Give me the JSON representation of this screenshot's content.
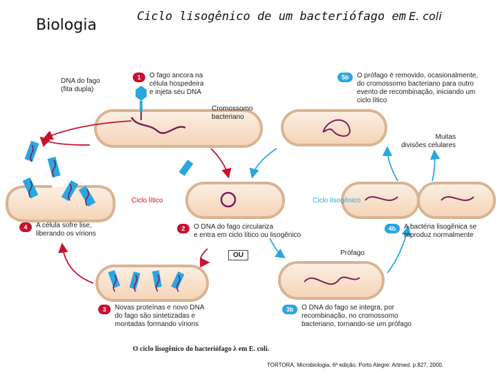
{
  "header": {
    "subject": "Biologia",
    "title_main": "Ciclo lisogênico de um bacteriófago  em",
    "title_species": "E. coli"
  },
  "labels": {
    "phage_dna": "DNA do fago\n(fita dupla)",
    "chromosome": "Cromossomo\nbacteriano",
    "cell_divisions": "Muitas\ndivisões celulares",
    "lytic_cycle": "Ciclo lítico",
    "lysogenic_cycle": "Ciclo lisogênico",
    "or": "OU",
    "prophage": "Prófago"
  },
  "steps": [
    {
      "id": "1",
      "text": "O fago ancora na\ncélula hospedeira\ne injeta seu DNA"
    },
    {
      "id": "2",
      "text": "O DNA do fago circulariza\ne entra em ciclo lítico ou lisogênico"
    },
    {
      "id": "3",
      "text": "Novas proteínas e novo DNA\ndo fago são sintetizadas e\nmontadas formando vírions"
    },
    {
      "id": "4",
      "text": "A célula sofre lise,\nliberando os vírions"
    },
    {
      "id": "3b",
      "text": "O DNA do fago se integra, por\nrecombinação, no cromossomo\nbacteriano, tornando-se um prófago"
    },
    {
      "id": "4b",
      "text": "A bactéria lisogênica se\nreproduz normalmente"
    },
    {
      "id": "5b",
      "text": "O prófago é removido, ocasionalmente,\ndo cromossomo bacteriano para outro\nevento de recombinação, iniciando um\nciclo lítico"
    }
  ],
  "caption": "O ciclo lisogênico do bacteriófago λ em E. coli.",
  "reference": "TORTORA. Microbiologia. 6ª edição. Porto Alegre: Artmed. p.827, 2000.",
  "colors": {
    "lytic": "#c8102e",
    "lysogenic": "#2aa7df",
    "cell_fill": "#fbe6d2",
    "cell_stroke": "#d8b493",
    "dna": "#7a1f5c"
  }
}
